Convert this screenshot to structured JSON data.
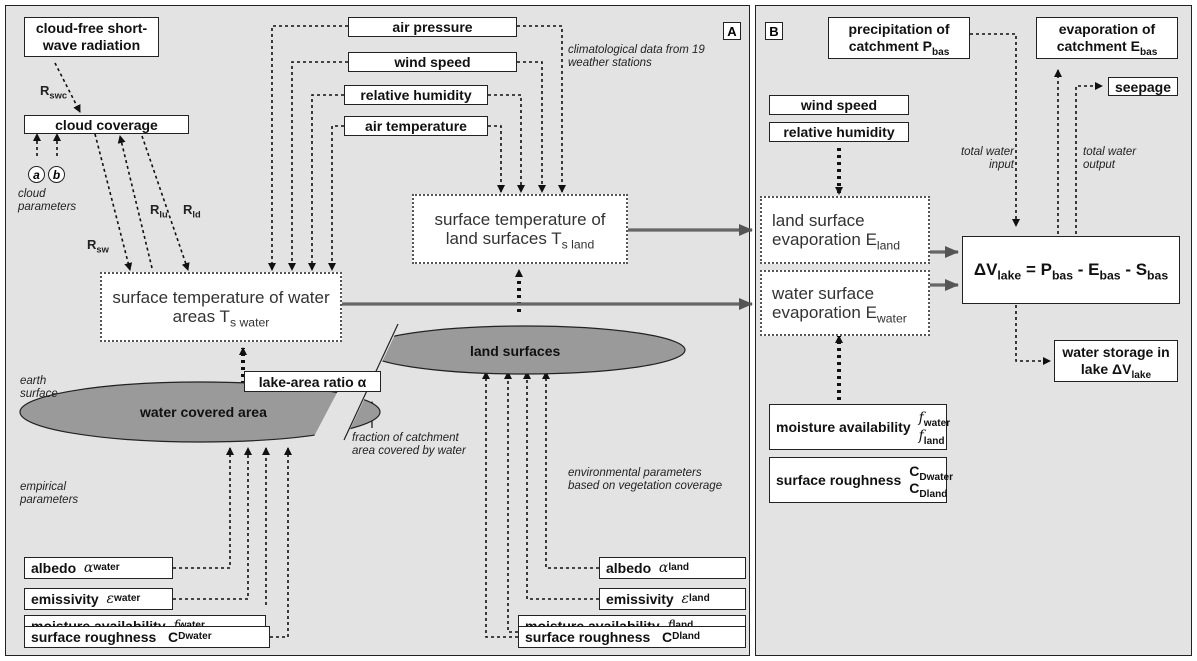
{
  "panel_a_tag": "A",
  "panel_b_tag": "B",
  "cloud_free_radiation": "cloud-free short-wave radiation",
  "r_swc": "R",
  "r_swc_sub": "swc",
  "cloud_coverage": "cloud coverage",
  "cloud_param_a": "a",
  "cloud_param_b": "b",
  "cloud_parameters": "cloud parameters",
  "r_sw": "R",
  "r_sw_sub": "sw",
  "r_lu": "R",
  "r_lu_sub": "lu",
  "r_ld": "R",
  "r_ld_sub": "ld",
  "air_pressure": "air pressure",
  "wind_speed_a": "wind speed",
  "relative_humidity_a": "relative humidity",
  "air_temperature": "air temperature",
  "climatological_note": "climatological data from 19 weather stations",
  "surface_temp_land": "surface temperature of land surfaces T",
  "surface_temp_land_sub": "s land",
  "surface_temp_water": "surface temperature of water areas T",
  "surface_temp_water_sub": "s water",
  "land_surfaces": "land surfaces",
  "water_covered_area": "water covered area",
  "lake_area_ratio": "lake-area ratio α",
  "earth_surface": "earth surface",
  "fraction_note": "fraction of catchment area covered by water",
  "empirical_parameters": "empirical parameters",
  "environmental_note": "environmental parameters based on vegetation coverage",
  "water_params": {
    "albedo": "albedo",
    "albedo_sym": "α",
    "albedo_sub": "water",
    "emissivity": "emissivity",
    "emissivity_sym": "ε",
    "emissivity_sub": "water",
    "moisture": "moisture availability",
    "moisture_sym": "f",
    "moisture_sub": "water",
    "roughness": "surface roughness",
    "roughness_sym": "C",
    "roughness_sub": "D",
    "roughness_sub2": "water"
  },
  "land_params": {
    "albedo": "albedo",
    "albedo_sym": "α",
    "albedo_sub": "land",
    "emissivity": "emissivity",
    "emissivity_sym": "ε",
    "emissivity_sub": "land",
    "moisture": "moisture availability",
    "moisture_sym": "f",
    "moisture_sub": "land",
    "roughness": "surface roughness",
    "roughness_sym": "C",
    "roughness_sub": "D",
    "roughness_sub2": "land"
  },
  "b": {
    "wind_speed": "wind speed",
    "relative_humidity": "relative humidity",
    "land_evap": "land surface evaporation E",
    "land_evap_sub": "land",
    "water_evap": "water surface evaporation E",
    "water_evap_sub": "water",
    "moisture": "moisture availability",
    "moisture_sub1": "water",
    "moisture_sub2": "land",
    "moisture_sym": "f",
    "roughness": "surface roughness",
    "roughness_sym": "C",
    "roughness_sub": "D",
    "roughness_sub1": "water",
    "roughness_sub2": "land",
    "precip": "precipitation of catchment P",
    "precip_sub": "bas",
    "evap_catch": "evaporation of catchment E",
    "evap_catch_sub": "bas",
    "seepage": "seepage",
    "total_input": "total water input",
    "total_output": "total water output",
    "equation": "ΔV",
    "equation_sub": "lake",
    "equation_rest": "= P",
    "eq_p_sub": "bas",
    "eq_minus_e": " - E",
    "eq_e_sub": "bas",
    "eq_minus_s": " - S",
    "eq_s_sub": "bas",
    "storage": "water storage in lake ΔV",
    "storage_sub": "lake"
  }
}
